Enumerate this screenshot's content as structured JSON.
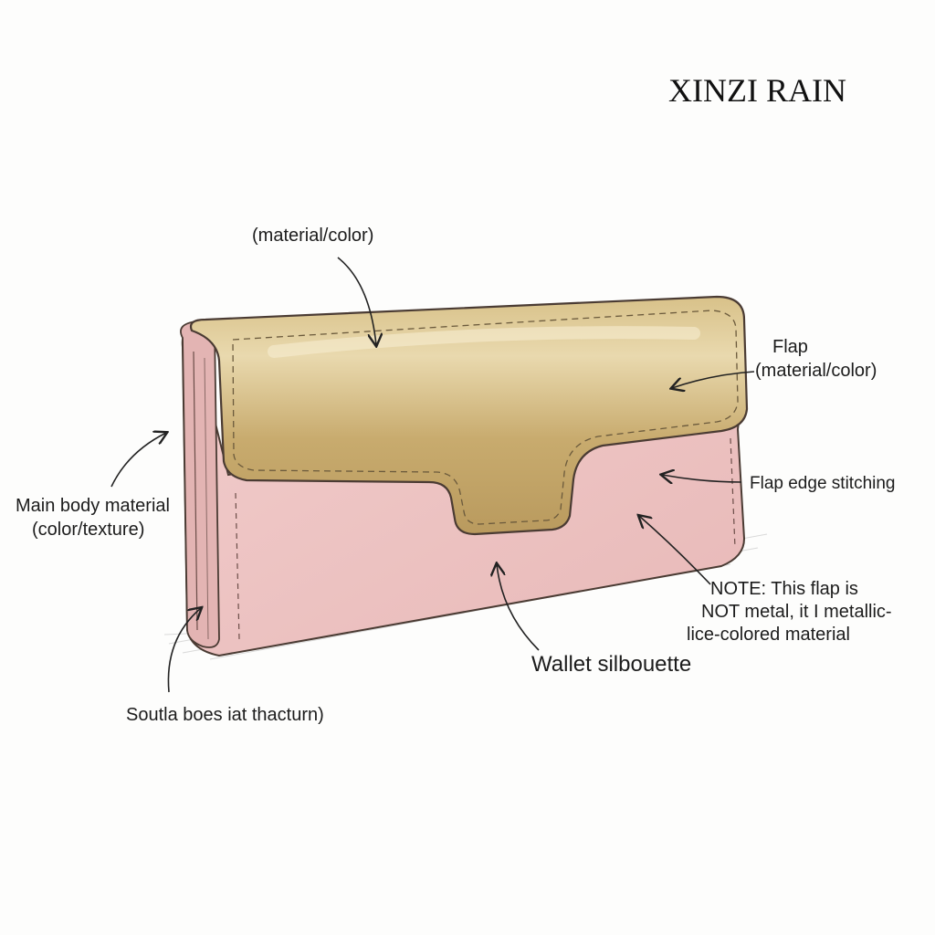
{
  "brand": {
    "name": "XINZI RAIN"
  },
  "annotations": {
    "top_material": "(material/color)",
    "flap_title": "Flap",
    "flap_sub": "(material/color)",
    "flap_edge": "Flap edge stitching",
    "main_body_1": "Main body material",
    "main_body_2": "(color/texture)",
    "note_1": "NOTE:  This flap is",
    "note_2": "NOT metal, it I metallic-",
    "note_3": "lice-colored material",
    "silhouette": "Wallet silbouette",
    "bottom": "Soutla boes iat thacturn)"
  },
  "colors": {
    "flap_gold": "#c9ad72",
    "flap_highlight": "#e6d4a6",
    "body_pink": "#eec5c3",
    "body_shadow": "#d9a6a6",
    "outline": "#4a3b33",
    "background": "#fdfdfc"
  }
}
